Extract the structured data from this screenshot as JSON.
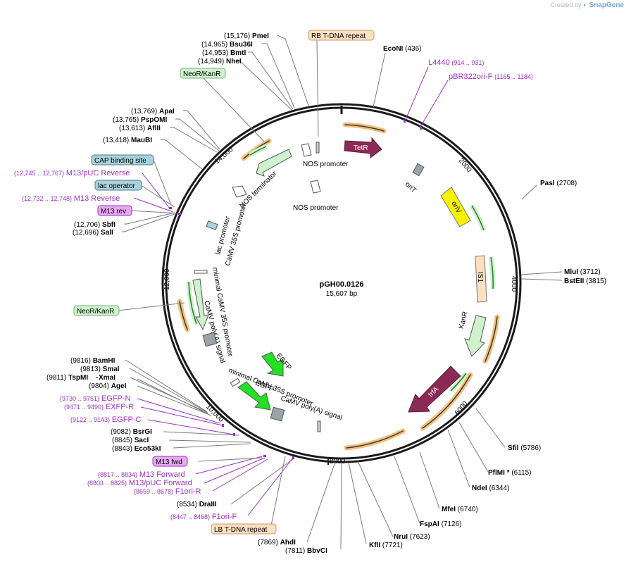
{
  "watermark": {
    "prefix": "Created by",
    "brand": "SnapGene"
  },
  "plasmid": {
    "name": "pGH00.0126",
    "length_label": "15,607 bp",
    "length": 15607
  },
  "ticks": [
    "2000",
    "4000",
    "6000",
    "8000",
    "10,000",
    "12,000",
    "14,000"
  ],
  "sites": [
    {
      "name": "PmeI",
      "pos": "(15,176)"
    },
    {
      "name": "Bsu36I",
      "pos": "(14,965)"
    },
    {
      "name": "BmtI",
      "pos": "(14,953)"
    },
    {
      "name": "NheI",
      "pos": "(14,949)"
    },
    {
      "name": "ApaI",
      "pos": "(13,769)"
    },
    {
      "name": "PspOMI",
      "pos": "(13,765)"
    },
    {
      "name": "AflII",
      "pos": "(13,613)"
    },
    {
      "name": "MauBI",
      "pos": "(13,418)"
    },
    {
      "name": "SbfI",
      "pos": "(12,706)"
    },
    {
      "name": "SalI",
      "pos": "(12,696)"
    },
    {
      "name": "EcoNI",
      "pos": "(436)"
    },
    {
      "name": "PasI",
      "pos": "(2708)"
    },
    {
      "name": "MluI",
      "pos": "(3712)"
    },
    {
      "name": "BstEII",
      "pos": "(3815)"
    },
    {
      "name": "SfiI",
      "pos": "(5786)"
    },
    {
      "name": "PflMI *",
      "pos": "(6115)"
    },
    {
      "name": "NdeI",
      "pos": "(6344)"
    },
    {
      "name": "MfeI",
      "pos": "(6740)"
    },
    {
      "name": "FspAI",
      "pos": "(7126)"
    },
    {
      "name": "NruI",
      "pos": "(7623)"
    },
    {
      "name": "KflI",
      "pos": "(7721)"
    },
    {
      "name": "BbvCI",
      "pos": "(7811)"
    },
    {
      "name": "AhdI",
      "pos": "(7869)"
    },
    {
      "name": "DraIII",
      "pos": "(8534)"
    },
    {
      "name": "Eco53kI",
      "pos": "(8843)"
    },
    {
      "name": "SacI",
      "pos": "(8845)"
    },
    {
      "name": "BsrGI",
      "pos": "(9082)"
    },
    {
      "name": "AgeI",
      "pos": "(9804)"
    },
    {
      "name": "XmaI",
      "pos": ""
    },
    {
      "name": "TspMI",
      "pos": "(9811)"
    },
    {
      "name": "SmaI",
      "pos": "(9813)"
    },
    {
      "name": "BamHI",
      "pos": "(9816)"
    }
  ],
  "primers": [
    {
      "name": "L4440",
      "range": "(914 .. 931)"
    },
    {
      "name": "pBR322ori-F",
      "range": "(1165 .. 1184)"
    },
    {
      "name": "M13/pUC Reverse",
      "range": "(12,745 .. 12,767)"
    },
    {
      "name": "M13 Reverse",
      "range": "(12,732 .. 12,748)"
    },
    {
      "name": "EGFP-N",
      "range": "(9730 .. 9751)"
    },
    {
      "name": "EXFP-R",
      "range": "(9471 .. 9490)"
    },
    {
      "name": "EGFP-C",
      "range": "(9122 .. 9143)"
    },
    {
      "name": "M13 Forward",
      "range": "(8817 .. 8834)"
    },
    {
      "name": "M13/pUC Forward",
      "range": "(8803 .. 8825)"
    },
    {
      "name": "F1ori-R",
      "range": "(8659 .. 8678)"
    },
    {
      "name": "F1ori-F",
      "range": "(8447 .. 8468)"
    }
  ],
  "boxed_labels": [
    {
      "name": "RB T-DNA repeat",
      "kind": "repeat"
    },
    {
      "name": "NeoR/KanR",
      "kind": "cds"
    },
    {
      "name": "CAP binding site",
      "kind": "protein-bind"
    },
    {
      "name": "lac operator",
      "kind": "protein-bind"
    },
    {
      "name": "M13 rev",
      "kind": "primer-bind"
    },
    {
      "name": "NeoR/KanR",
      "kind": "cds"
    },
    {
      "name": "M13 fwd",
      "kind": "primer-bind"
    },
    {
      "name": "LB T-DNA repeat",
      "kind": "repeat"
    }
  ],
  "features": [
    {
      "name": "TetR"
    },
    {
      "name": "oriT"
    },
    {
      "name": "oriV"
    },
    {
      "name": "IS1"
    },
    {
      "name": "KanR"
    },
    {
      "name": "trfA"
    },
    {
      "name": "NOS promoter"
    },
    {
      "name": "NOS promoter"
    },
    {
      "name": "NOS terminator"
    },
    {
      "name": "lac promoter"
    },
    {
      "name": "CaMV 35S promoter"
    },
    {
      "name": "minimal CaMV 35S promoter"
    },
    {
      "name": "CaMV poly(A) signal"
    },
    {
      "name": "EGFP"
    },
    {
      "name": "minimal CaMV 35S promoter"
    },
    {
      "name": "EGFP"
    },
    {
      "name": "CaMV poly(A) signal"
    }
  ],
  "colors": {
    "backbone": "#1a1a1a",
    "site_label": "#000000",
    "primer_label": "#9b30c8",
    "repeat_fill": "#fde0c2",
    "cds_fill": "#cdf2cc",
    "protein_bind_fill": "#a9d2dd",
    "primer_bind_fill": "#e8a8f0",
    "tetr_fill": "#8c2a55",
    "orit_fill": "#9aa3a8",
    "oriv_fill": "#f6f200",
    "is1_fill": "#fde0c2",
    "egfp_fill": "#22e022",
    "primer_arrow_fill": "#f1c07a"
  }
}
